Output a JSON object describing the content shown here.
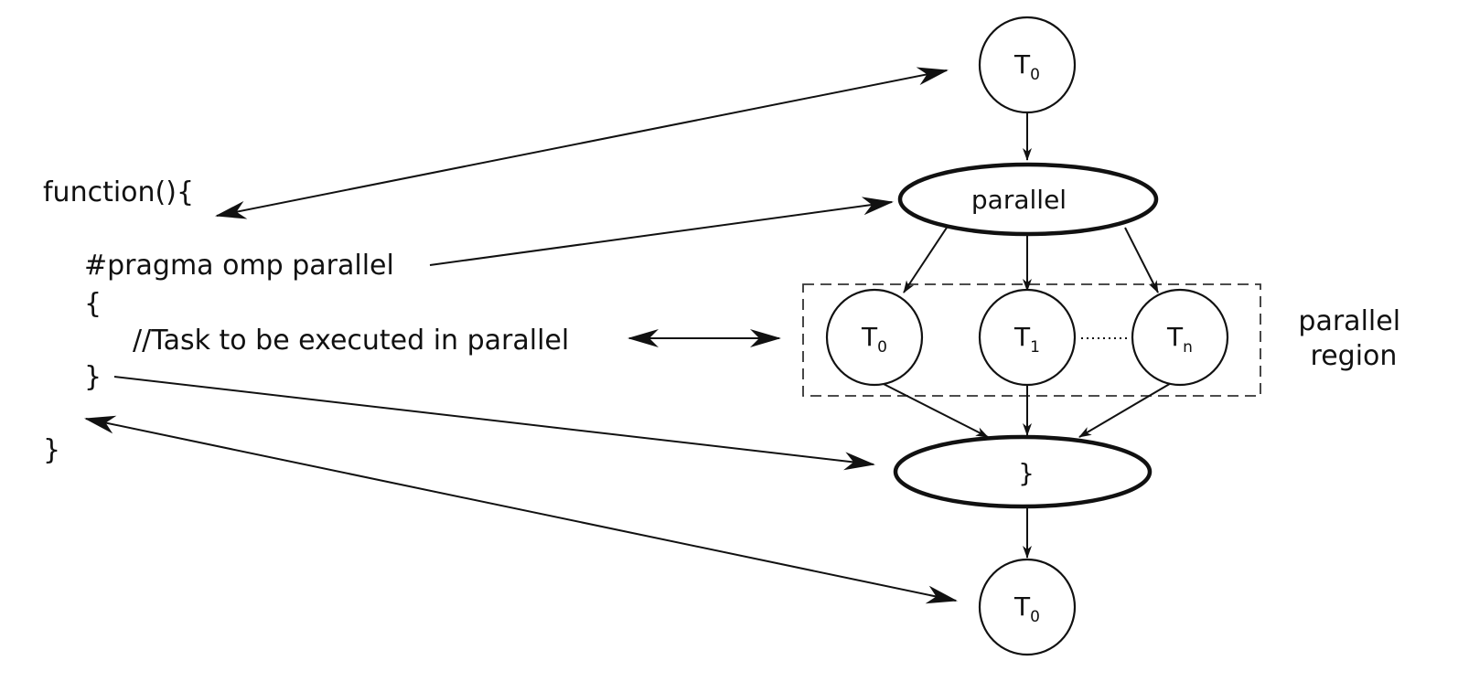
{
  "code": {
    "function_open": "function(){",
    "pragma": "#pragma omp parallel",
    "block_open": "{",
    "task_comment": "//Task to be executed in parallel",
    "block_close": "}",
    "function_close": "}"
  },
  "nodes": {
    "master_top": {
      "base": "T",
      "sub": "0"
    },
    "parallel_fork": {
      "label": "parallel"
    },
    "thread_0": {
      "base": "T",
      "sub": "0"
    },
    "thread_1": {
      "base": "T",
      "sub": "1"
    },
    "thread_n": {
      "base": "T",
      "sub": "n"
    },
    "join": {
      "label": "}"
    },
    "master_bottom": {
      "base": "T",
      "sub": "0"
    }
  },
  "region_label": {
    "line1": "parallel",
    "line2": "region"
  }
}
